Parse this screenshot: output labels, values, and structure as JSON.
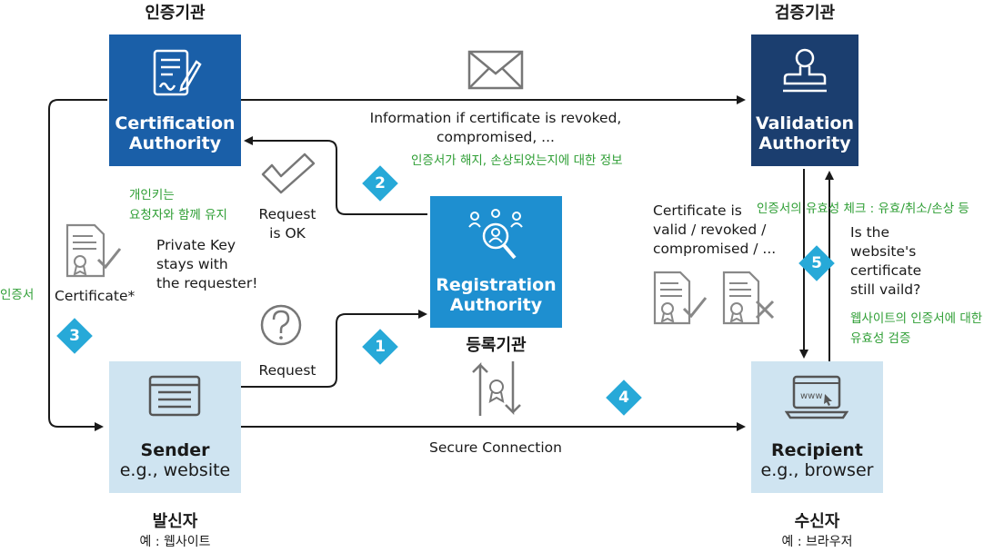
{
  "nodes": {
    "ca": {
      "line1": "Certification",
      "line2": "Authority",
      "korean": "인증기관"
    },
    "va": {
      "line1": "Validation",
      "line2": "Authority",
      "korean": "검증기관"
    },
    "ra": {
      "line1": "Registration",
      "line2": "Authority",
      "korean": "등록기관"
    },
    "sender": {
      "line1": "Sender",
      "line2": "e.g., website",
      "korean": "발신자",
      "korean_sub": "예 : 웹사이트"
    },
    "recipient": {
      "line1": "Recipient",
      "line2": "e.g., browser",
      "korean": "수신자",
      "korean_sub": "예 : 브라우저"
    }
  },
  "labels": {
    "info_revoked_1": "Information if certificate is revoked,",
    "info_revoked_2": "compromised, ...",
    "info_revoked_ko": "인증서가 해지, 손상되었는지에 대한 정보",
    "request_ok_1": "Request",
    "request_ok_2": "is OK",
    "private_ko_1": "개인키는",
    "private_ko_2": "요청자와 함께 유지",
    "private_1": "Private Key",
    "private_2": "stays with",
    "private_3": "the requester!",
    "certificate": "Certificate*",
    "certificate_ko": "인증서",
    "request": "Request",
    "secure_connection": "Secure Connection",
    "cert_valid_1": "Certificate is",
    "cert_valid_2": "valid / revoked /",
    "cert_valid_3": "compromised / ...",
    "validity_check_ko": "인증서의 유효성 체크 : 유효/취소/손상 등",
    "is_valid_1": "Is the",
    "is_valid_2": "website's",
    "is_valid_3": "certificate",
    "is_valid_4": "still vaild?",
    "is_valid_ko_1": "웹사이트의 인증서에 대한",
    "is_valid_ko_2": "유효성 검증"
  },
  "steps": [
    "1",
    "2",
    "3",
    "4",
    "5"
  ],
  "icons": [
    "contract-signing-icon",
    "rubber-stamp-icon",
    "magnifier-people-icon",
    "browser-window-icon",
    "laptop-www-icon",
    "envelope-icon",
    "checkmark-icon",
    "question-icon",
    "certificate-icon",
    "certificate-valid-icon",
    "certificate-invalid-icon",
    "certificate-exchange-icon"
  ],
  "colors": {
    "ca": "#1a5fa8",
    "va": "#1b3e6f",
    "ra": "#1e8fd0",
    "light_box": "#cfe4f1",
    "badge": "#27a9d8",
    "green": "#2e9e34"
  }
}
